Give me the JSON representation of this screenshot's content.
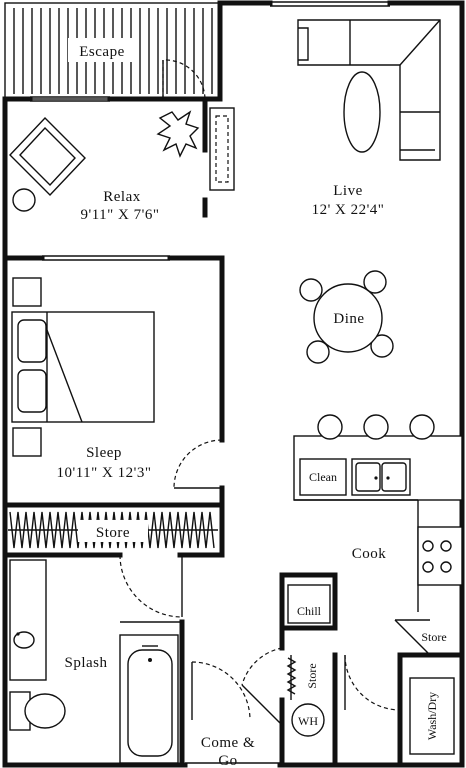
{
  "rooms": {
    "escape": {
      "name": "Escape"
    },
    "relax": {
      "name": "Relax",
      "dims": "9'11\" X 7'6\""
    },
    "live": {
      "name": "Live",
      "dims": "12' X 22'4\""
    },
    "dine": {
      "name": "Dine"
    },
    "sleep": {
      "name": "Sleep",
      "dims": "10'11\" X 12'3\""
    },
    "store_closet": {
      "name": "Store"
    },
    "cook": {
      "name": "Cook"
    },
    "clean": {
      "name": "Clean"
    },
    "chill": {
      "name": "Chill"
    },
    "store_pantry": {
      "name": "Store"
    },
    "store_hall": {
      "name": "Store"
    },
    "splash": {
      "name": "Splash"
    },
    "wh": {
      "name": "WH"
    },
    "wash_dry": {
      "name": "Wash/Dry"
    },
    "come_go": {
      "line1": "Come &",
      "line2": "Go"
    }
  }
}
